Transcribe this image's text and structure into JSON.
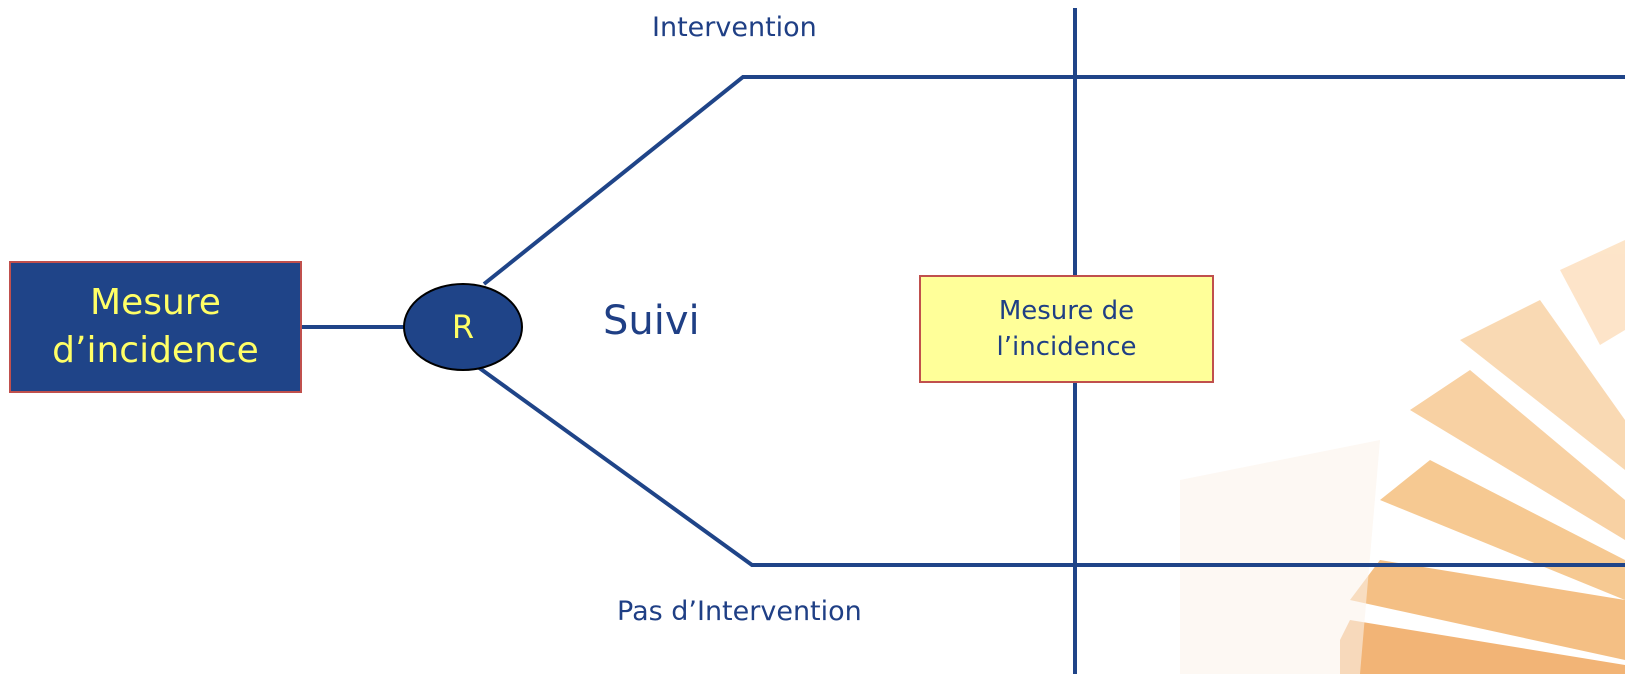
{
  "diagram": {
    "baseline_box": {
      "line1": "Mesure",
      "line2": "d’incidence"
    },
    "randomization_node": {
      "label": "R"
    },
    "follow_up_label": "Suivi",
    "intervention_arm_label": "Intervention",
    "control_arm_label": "Pas d’Intervention",
    "outcome_box": {
      "line1": "Mesure de",
      "line2": "l’incidence"
    },
    "colors": {
      "line": "#1f4488",
      "text": "#1f3f85",
      "baseline_box_fill": "#1f4488",
      "box_border": "#c0504d",
      "box_text_yellow": "#ffff66",
      "outcome_box_fill": "#ffff99",
      "watermark": "#f6c88f"
    }
  }
}
